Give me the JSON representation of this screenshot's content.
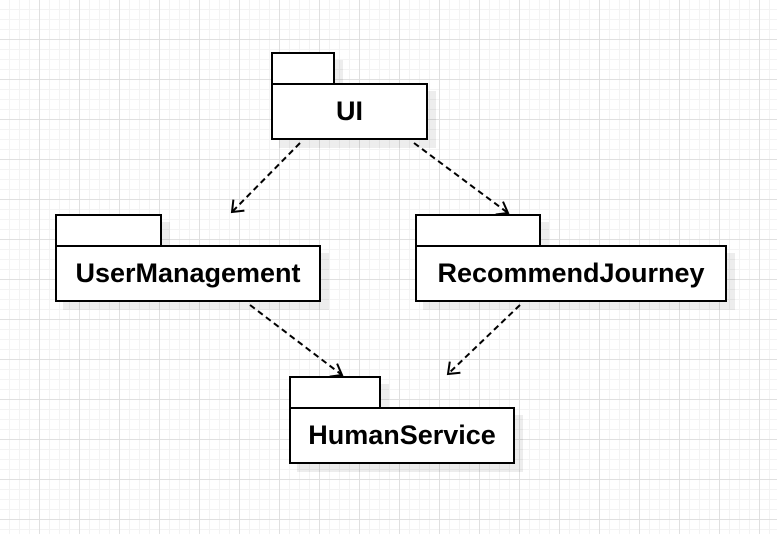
{
  "diagram": {
    "type": "uml-package-diagram",
    "packages": [
      {
        "id": "ui",
        "name": "UI"
      },
      {
        "id": "user_management",
        "name": "UserManagement"
      },
      {
        "id": "recommend_journey",
        "name": "RecommendJourney"
      },
      {
        "id": "human_service",
        "name": "HumanService"
      }
    ],
    "dependencies": [
      {
        "from": "UI",
        "to": "UserManagement",
        "style": "dashed",
        "arrowhead": "open"
      },
      {
        "from": "UI",
        "to": "RecommendJourney",
        "style": "dashed",
        "arrowhead": "open"
      },
      {
        "from": "UserManagement",
        "to": "HumanService",
        "style": "dashed",
        "arrowhead": "open"
      },
      {
        "from": "RecommendJourney",
        "to": "HumanService",
        "style": "dashed",
        "arrowhead": "open"
      }
    ]
  },
  "colors": {
    "background": "#ffffff",
    "grid": "#e0e0e0",
    "stroke": "#000000",
    "fill": "#ffffff"
  }
}
